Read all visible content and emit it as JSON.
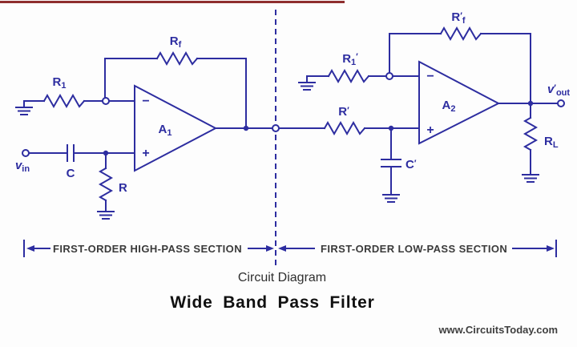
{
  "colors": {
    "circuit": "#2d2da0",
    "top_line": "#8f2f2f",
    "section_text": "#3a3a3a",
    "caption_text": "#2f2f2f",
    "watermark_text": "#3f3f3f"
  },
  "circuit": {
    "symbols": {
      "plus": "+",
      "minus": "−"
    },
    "high_pass": {
      "section_label": "FIRST-ORDER HIGH-PASS SECTION",
      "rf": {
        "main": "R",
        "sub": "f"
      },
      "r1": {
        "main": "R",
        "sub": "1"
      },
      "a1": {
        "main": "A",
        "sub": "1"
      },
      "vin": {
        "main": "v",
        "sub": "in"
      },
      "c": {
        "main": "C"
      },
      "r": {
        "main": "R"
      }
    },
    "low_pass": {
      "section_label": "FIRST-ORDER LOW-PASS SECTION",
      "rf_prime": {
        "main": "R",
        "prime": "′",
        "sub": "f"
      },
      "r1_prime": {
        "main": "R",
        "sub": "1",
        "prime": "′"
      },
      "a2": {
        "main": "A",
        "sub": "2"
      },
      "r_prime": {
        "main": "R",
        "prime": "′"
      },
      "c_prime": {
        "main": "C",
        "prime": "′"
      },
      "rl": {
        "main": "R",
        "sub": "L"
      },
      "vout": {
        "main": "v",
        "prime": "′",
        "sub": "out"
      }
    }
  },
  "captions": {
    "subtitle": "Circuit Diagram",
    "title": "Wide Band Pass Filter",
    "watermark": "www.CircuitsToday.com"
  }
}
